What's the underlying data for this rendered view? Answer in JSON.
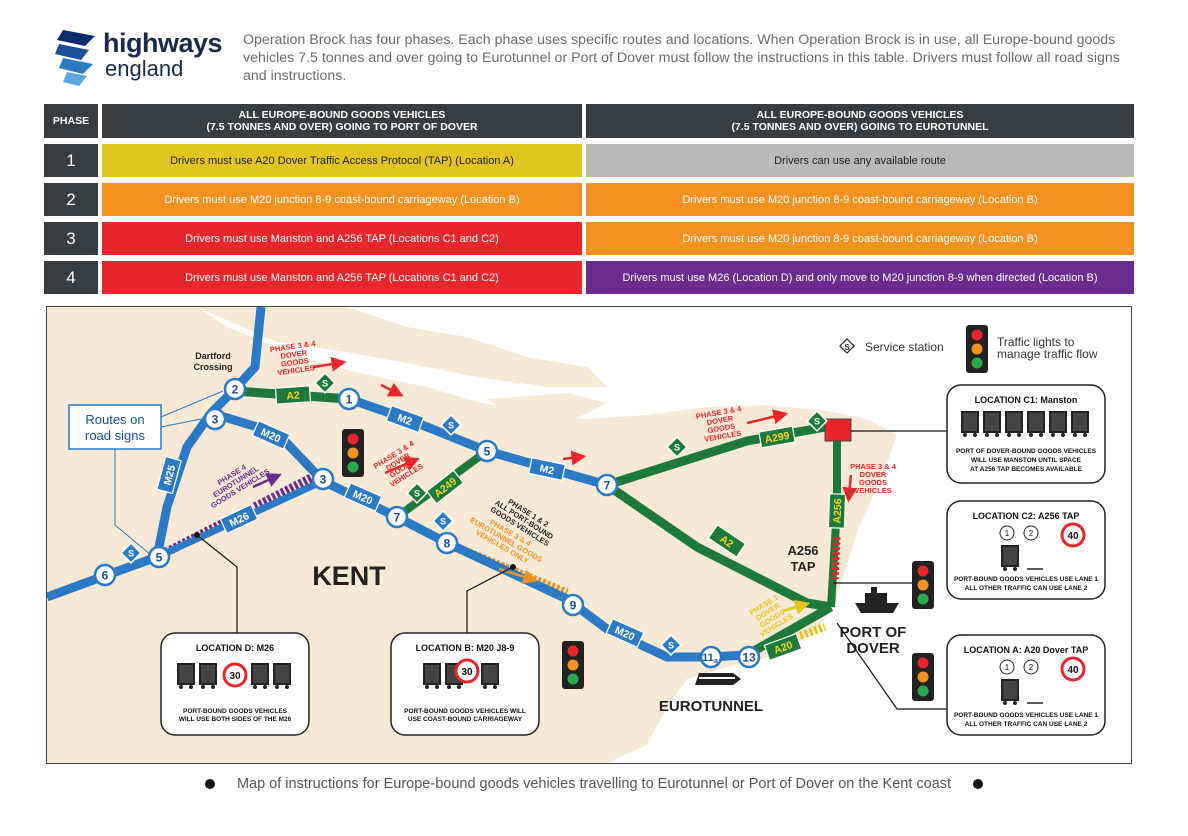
{
  "brand": {
    "name_line1": "highways",
    "name_line2": "england"
  },
  "intro": "Operation Brock has four phases. Each phase uses specific routes and locations. When Operation Brock is in use, all Europe-bound goods vehicles 7.5 tonnes and over going to Eurotunnel or Port of Dover must follow the instructions in this table. Drivers must follow all road signs and instructions.",
  "table": {
    "phase_header": "PHASE",
    "dover_header_line1": "ALL EUROPE-BOUND GOODS VEHICLES",
    "dover_header_line2": "(7.5 TONNES AND OVER) GOING TO PORT OF DOVER",
    "eurotunnel_header_line1": "ALL EUROPE-BOUND GOODS VEHICLES",
    "eurotunnel_header_line2": "(7.5 TONNES AND OVER) GOING TO EUROTUNNEL",
    "rows": [
      {
        "phase": "1",
        "dover": "Drivers must use A20 Dover Traffic Access Protocol (TAP) (Location A)",
        "dover_color": "#e3c51f",
        "eurotunnel": "Drivers can use any available route",
        "eurotunnel_color": "#b9b9b9"
      },
      {
        "phase": "2",
        "dover": "Drivers must use M20 junction 8-9 coast-bound carriageway (Location B)",
        "dover_color": "#f39220",
        "eurotunnel": "Drivers must use M20 junction 8-9 coast-bound carriageway (Location B)",
        "eurotunnel_color": "#f39220"
      },
      {
        "phase": "3",
        "dover": "Drivers must use Manston and A256 TAP (Locations C1 and C2)",
        "dover_color": "#e8262b",
        "eurotunnel": "Drivers must use M20 junction 8-9 coast-bound carriageway (Location B)",
        "eurotunnel_color": "#f39220"
      },
      {
        "phase": "4",
        "dover": "Drivers must use Manston and A256 TAP (Locations C1 and C2)",
        "dover_color": "#e8262b",
        "eurotunnel": "Drivers must use M26 (Location D) and only move to M20 junction 8-9 when directed (Location B)",
        "eurotunnel_color": "#6a2c8f"
      }
    ]
  },
  "map": {
    "legend": {
      "service_station": "Service station",
      "traffic_lights_line1": "Traffic lights to",
      "traffic_lights_line2": "manage traffic flow"
    },
    "routes_on_road_signs_line1": "Routes on",
    "routes_on_road_signs_line2": "road signs",
    "dartford_line1": "Dartford",
    "dartford_line2": "Crossing",
    "kent": "KENT",
    "eurotunnel": "EUROTUNNEL",
    "port_of_dover_line1": "PORT OF",
    "port_of_dover_line2": "DOVER",
    "a256_tap_line1": "A256",
    "a256_tap_line2": "TAP",
    "road_labels": {
      "a2_west": "A2",
      "m2_a": "M2",
      "m2_b": "M2",
      "m20_a": "M20",
      "m20_b": "M20",
      "m20_c": "M20",
      "m25": "M25",
      "m26": "M26",
      "a249": "A249",
      "a299": "A299",
      "a256": "A256",
      "a2_east": "A2",
      "a20": "A20"
    },
    "junctions": {
      "j1": "1",
      "j2": "2",
      "j3_m25": "3",
      "j3_m20": "3",
      "j5_m2": "5",
      "j5_m25": "5",
      "j6": "6",
      "j7_m2": "7",
      "j7_m20": "7",
      "j8": "8",
      "j9": "9",
      "j11a_num": "11",
      "j11a_sub": "a",
      "j13": "13"
    },
    "annotations": {
      "p34_dover_a": [
        "PHASE 3 & 4",
        "DOVER",
        "GOODS",
        "VEHICLES"
      ],
      "p34_dover_b": [
        "PHASE 3 & 4",
        "DOVER",
        "GOODS",
        "VEHICLES"
      ],
      "p34_dover_c": [
        "PHASE 3 & 4",
        "DOVER",
        "GOODS",
        "VEHICLES"
      ],
      "p34_dover_d": [
        "PHASE 3 & 4",
        "DOVER",
        "GOODS",
        "VEHICLES"
      ],
      "p4_eurotunnel": [
        "PHASE 4",
        "EUROTUNNEL",
        "GOODS VEHICLES"
      ],
      "p12_port": [
        "PHASE 1 & 2",
        "ALL PORT-BOUND",
        "GOODS VEHICLES"
      ],
      "p34_eurotunnel": [
        "PHASE 3 & 4",
        "EUROTUNNEL GOODS",
        "VEHICLES ONLY"
      ],
      "p1_dover": [
        "PHASE 1",
        "DOVER",
        "GOODS",
        "VEHICLES"
      ]
    },
    "location_d": {
      "title": "LOCATION D: M26",
      "speed": "30",
      "note_line1": "PORT-BOUND GOODS VEHICLES",
      "note_line2": "WILL USE BOTH SIDES OF THE M26"
    },
    "location_b": {
      "title": "LOCATION B: M20 J8-9",
      "speed": "30",
      "note_line1": "PORT-BOUND GOODS VEHICLES WILL",
      "note_line2": "USE COAST-BOUND CARRIAGEWAY"
    },
    "location_c1": {
      "title": "LOCATION C1: Manston",
      "note_line1": "PORT OF DOVER-BOUND GOODS VEHICLES",
      "note_line2": "WILL USE MANSTON UNTIL SPACE",
      "note_line3": "AT A256 TAP BECOMES AVAILABLE"
    },
    "location_c2": {
      "title": "LOCATION C2: A256 TAP",
      "lane1": "1",
      "lane2": "2",
      "speed": "40",
      "note_line1": "PORT-BOUND GOODS VEHICLES USE LANE 1",
      "note_line2": "ALL OTHER TRAFFIC CAN USE LANE 2"
    },
    "location_a": {
      "title": "LOCATION A: A20 Dover TAP",
      "lane1": "1",
      "lane2": "2",
      "speed": "40",
      "note_line1": "PORT-BOUND GOODS VEHICLES USE LANE 1",
      "note_line2": "ALL OTHER TRAFFIC CAN USE LANE 2"
    }
  },
  "caption": "Map of instructions for Europe-bound goods vehicles travelling to Eurotunnel or Port of Dover on the Kent coast",
  "colors": {
    "motorway": "#2c7ac6",
    "a_road": "#1e7a3a",
    "dark": "#3a3d3f",
    "red": "#e8262b",
    "orange": "#f39220",
    "purple": "#6a2c8f",
    "yellow": "#e3c51f",
    "land": "#f6ead6"
  }
}
